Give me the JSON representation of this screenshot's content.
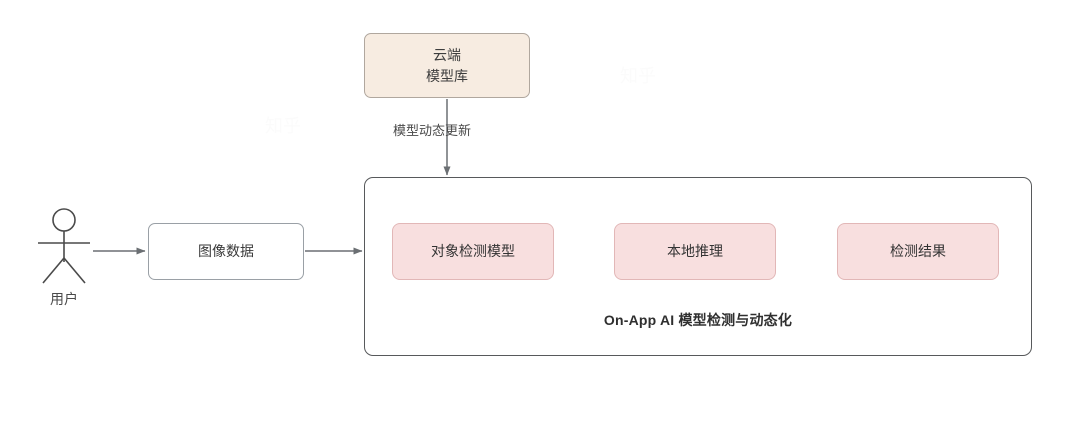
{
  "diagram": {
    "title_label": "On-App AI 模型检测与动态化",
    "nodes": {
      "cloud": {
        "line1": "云端",
        "line2": "模型库",
        "fill": "#f7ece1",
        "stroke": "#b0a79e"
      },
      "image_data": {
        "label": "图像数据",
        "fill": "#ffffff",
        "stroke": "#9aa0a6"
      },
      "actor": {
        "label": "用户"
      },
      "stage_1": {
        "label": "对象检测模型",
        "fill": "#f8dfdf",
        "stroke": "#e2b7b7"
      },
      "stage_2": {
        "label": "本地推理",
        "fill": "#f8dfdf",
        "stroke": "#e2b7b7"
      },
      "stage_3": {
        "label": "检测结果",
        "fill": "#f8dfdf",
        "stroke": "#e2b7b7"
      }
    },
    "edges": {
      "cloud_to_container": {
        "label": "模型动态更新"
      },
      "actor_to_image": {
        "label": ""
      },
      "image_to_container": {
        "label": ""
      },
      "stage1_to_stage2": {
        "label": ""
      },
      "stage2_to_stage3": {
        "label": ""
      }
    },
    "colors": {
      "arrow": "#6b6f73",
      "container_stroke": "#57595b",
      "text": "#3a3a3a",
      "background": "#ffffff"
    },
    "watermarks": [
      "知乎",
      "知乎"
    ]
  }
}
